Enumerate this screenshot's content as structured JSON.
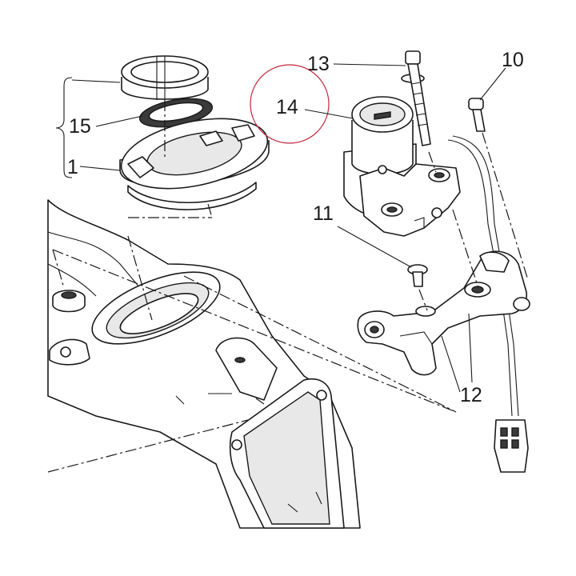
{
  "diagram": {
    "callouts": [
      {
        "id": "13",
        "label": "13"
      },
      {
        "id": "10",
        "label": "10"
      },
      {
        "id": "14",
        "label": "14"
      },
      {
        "id": "15",
        "label": "15"
      },
      {
        "id": "1",
        "label": "1"
      },
      {
        "id": "11",
        "label": "11"
      },
      {
        "id": "12",
        "label": "12"
      }
    ],
    "highlight_color": "#c0283c"
  }
}
